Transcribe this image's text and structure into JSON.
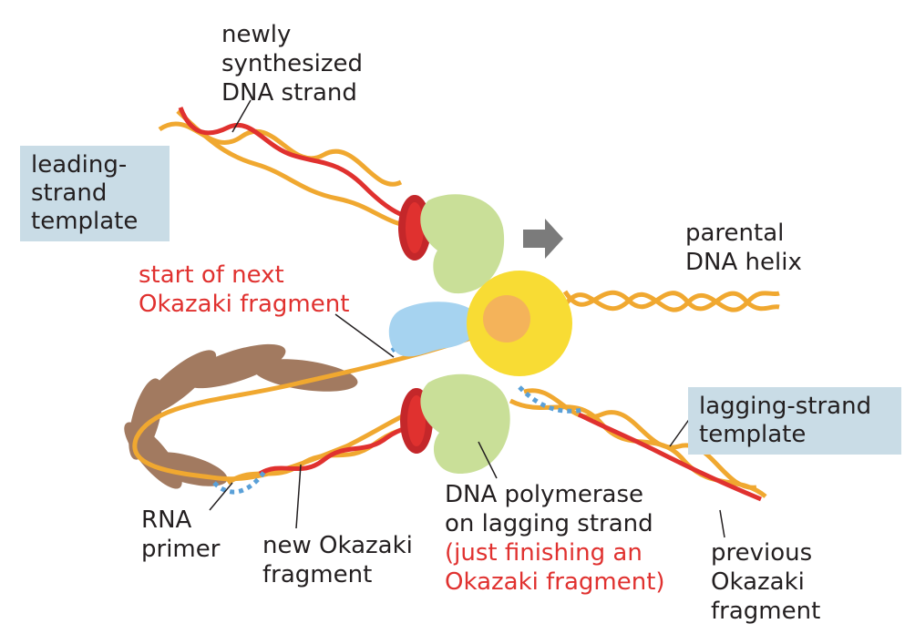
{
  "labels": {
    "newly_synthesized": "newly\nsynthesized\nDNA strand",
    "leading_template": "leading-\nstrand\ntemplate",
    "parental_helix": "parental\nDNA helix",
    "start_next": "start of next\nOkazaki fragment",
    "lagging_template": "lagging-strand\ntemplate",
    "rna_primer": "RNA\nprimer",
    "new_okazaki": "new Okazaki\nfragment",
    "polymerase": "DNA polymerase\non lagging strand",
    "just_finishing": "(just finishing an\nOkazaki fragment)",
    "previous_okazaki": "previous\nOkazaki\nfragment"
  },
  "colors": {
    "template_strand": "#f0a830",
    "new_strand": "#e0312f",
    "rna_primer": "#5aa0d8",
    "polymerase": "#c9df98",
    "helicase": "#f8dc34",
    "primase": "#a6d3f0",
    "ssb_protein": "#a27a60",
    "box_fill": "#c9dce6",
    "red_text": "#e0312f"
  }
}
